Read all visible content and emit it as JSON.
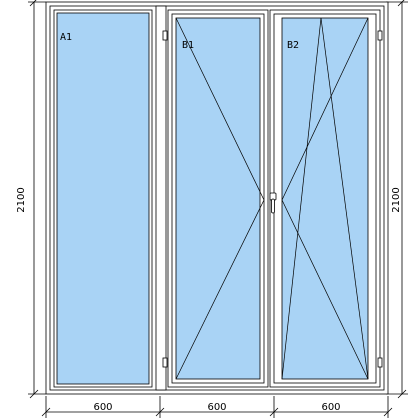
{
  "diagram": {
    "panes": [
      {
        "id": "A1",
        "label": "A1",
        "type": "fixed"
      },
      {
        "id": "B1",
        "label": "B1",
        "type": "turn"
      },
      {
        "id": "B2",
        "label": "B2",
        "type": "tilt-turn"
      }
    ],
    "dimensions": {
      "height_left": "2100",
      "height_right": "2100",
      "width_1": "600",
      "width_2": "600",
      "width_3": "600"
    },
    "colors": {
      "glass": "#a9d3f5",
      "frame": "#ffffff",
      "line": "#000000",
      "hinge": "#ffffff"
    },
    "icons": {
      "handle": "handle-icon",
      "hinge": "hinge-icon"
    }
  }
}
